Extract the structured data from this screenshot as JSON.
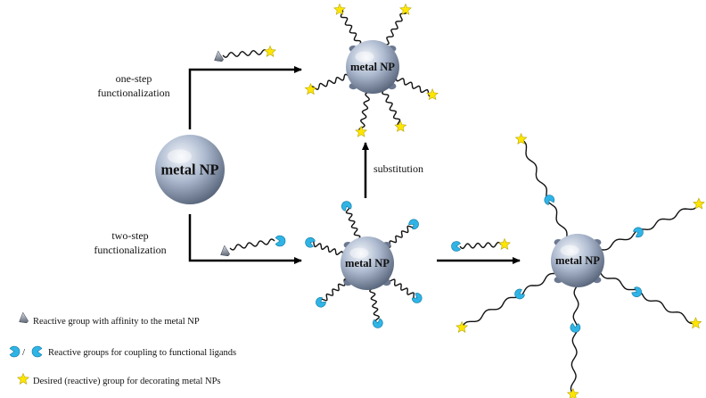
{
  "nanoparticle_label": "metal NP",
  "labels": {
    "one_step": [
      "one-step",
      "functionalization"
    ],
    "two_step": [
      "two-step",
      "functionalization"
    ],
    "substitution": "substitution"
  },
  "legend": {
    "affinity_group": "Reactive group with affinity to the metal NP",
    "separator": "/",
    "coupling_groups": "Reactive groups for coupling to functional ligands",
    "desired_group": "Desired (reactive) group for decorating metal NPs"
  },
  "colors": {
    "np_light": "#eef2f8",
    "np_mid": "#a9b7cc",
    "np_dark": "#5d6b82",
    "coupling_blue": "#2fb4e6",
    "star_yellow": "#ffe600",
    "anchor_gray": "#5b6472",
    "arrow": "#000000"
  }
}
